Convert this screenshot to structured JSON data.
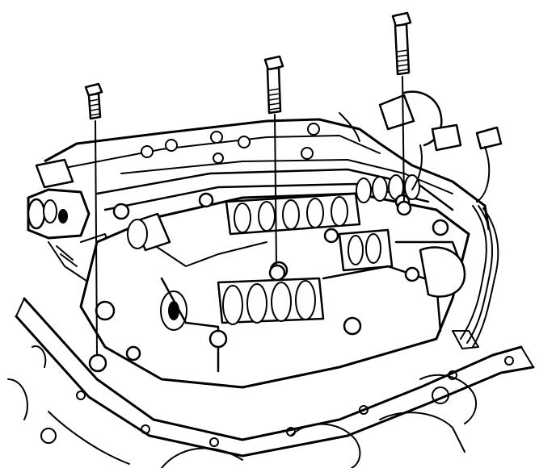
{
  "figure": {
    "caption": "",
    "colors": {
      "ink": "#000000",
      "paper": "#ffffff"
    },
    "parts": {
      "bolts": [
        {
          "name": "left-bolt"
        },
        {
          "name": "center-bolt"
        },
        {
          "name": "right-bolt"
        }
      ],
      "wiring_harness": {
        "name": "wiring-harness"
      },
      "valve_body": {
        "name": "valve-body"
      },
      "transmission_case": {
        "name": "transmission-case"
      }
    }
  }
}
